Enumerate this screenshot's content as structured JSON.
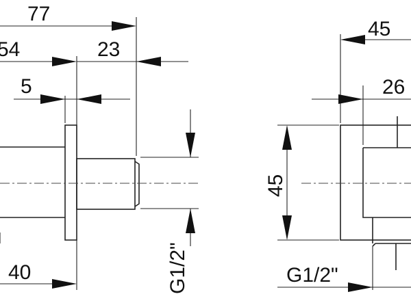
{
  "dimensions": {
    "overall_length": "77",
    "body_length": "54",
    "thread_length": "23",
    "flange_thickness": "5",
    "body_offset": "40",
    "side_width": "45",
    "side_depth": "26",
    "side_height": "45"
  },
  "thread_labels": {
    "front": "G1/2\"",
    "side": "G1/2\""
  },
  "colors": {
    "line": "#222222",
    "background": "#ffffff"
  }
}
